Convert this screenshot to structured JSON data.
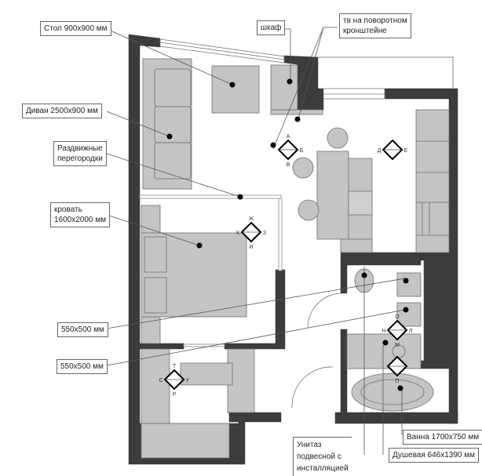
{
  "plan": {
    "title": "Планировка квартиры",
    "colors": {
      "wall": "#3c3c3c",
      "furniture": "#c4c4c4",
      "outline": "#707070",
      "leader": "#555555",
      "background": "#ffffff"
    }
  },
  "labels": {
    "table": "Стол 900х900 мм",
    "sofa": "Диван 2500х900 мм",
    "partitions": "Раздвижные\nперегородки",
    "bed": "кровать\n1600х2000 мм",
    "sink1": "550х500 мм",
    "sink2": "550х500 мм",
    "wardrobe": "шкаф",
    "tv": "тв на поворотном\nкронштейне",
    "toilet": "Унитаз\nподвесной с\nинсталляцией",
    "bath": "Ванна 1700х750 мм",
    "shower": "Душевая 646х1390 мм"
  },
  "view_markers": [
    {
      "name": "marker-living",
      "letters": [
        "А",
        "Б",
        "В",
        ""
      ]
    },
    {
      "name": "marker-kitchen",
      "letters": [
        "",
        "Е",
        "",
        "Д"
      ]
    },
    {
      "name": "marker-bedroom",
      "letters": [
        "Ж",
        "З",
        "И",
        "К"
      ]
    },
    {
      "name": "marker-hall",
      "letters": [
        "Т",
        "У",
        "Р",
        "С"
      ]
    },
    {
      "name": "marker-bath-sink",
      "letters": [
        "О",
        "Л",
        "М",
        "Н"
      ]
    },
    {
      "name": "marker-bath-tub",
      "letters": [
        "",
        "",
        "П",
        ""
      ]
    }
  ]
}
